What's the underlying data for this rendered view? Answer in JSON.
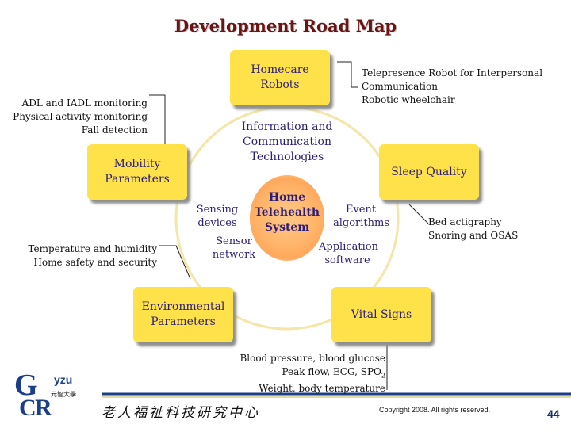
{
  "title": "Development Road Map",
  "hub": {
    "label": "Home Telehealth System"
  },
  "boxes": {
    "homecare": "Homecare Robots",
    "ict": "Information and Communication Technologies",
    "mobility": "Mobility Parameters",
    "sleep": "Sleep Quality",
    "environmental": "Environmental Parameters",
    "vital": "Vital Signs"
  },
  "inner_labels": {
    "sensing": "Sensing devices",
    "sensor_network": "Sensor network",
    "event": "Event algorithms",
    "application": "Application software"
  },
  "callouts": {
    "mobility": [
      "ADL and IADL monitoring",
      "Physical activity monitoring",
      "Fall detection"
    ],
    "homecare": [
      "Telepresence Robot for Interpersonal",
      "Communication",
      "Robotic wheelchair"
    ],
    "sleep": [
      "Bed actigraphy",
      "Snoring and OSAS"
    ],
    "environmental": [
      "Temperature and humidity",
      "Home safety and security"
    ],
    "vital": [
      "Blood pressure, blood glucose",
      "Peak flow, ECG, SPO",
      "Weight, body temperature"
    ]
  },
  "vital_subscript": "2",
  "footer": {
    "logo_yzu": "yzu",
    "logo_cn": "元智大學",
    "center_cn": "老人福祉科技研究中心",
    "copyright": "Copyright 2008. All rights reserved.",
    "page": "44"
  },
  "colors": {
    "box_fill": "#ffe24a",
    "box_text": "#2b1d7a",
    "title": "#6a1414",
    "ring": "#f3e6a6",
    "hub": "#ffb56a",
    "footer_line": "#1a3e8a"
  }
}
